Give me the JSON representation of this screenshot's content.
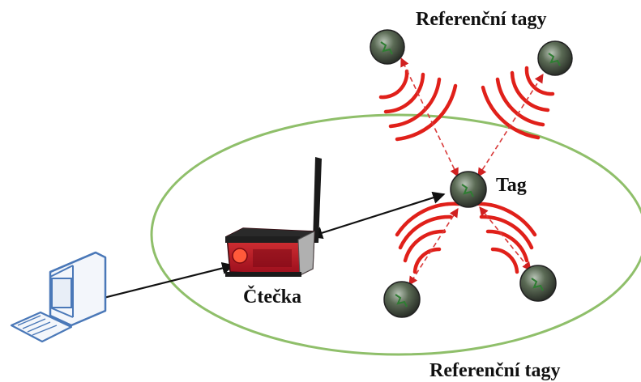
{
  "labels": {
    "reference_tags_top": "Referenční tagy",
    "reference_tags_bottom": "Referenční tagy",
    "tag": "Tag",
    "reader": "Čtečka"
  },
  "colors": {
    "zone_ellipse": "#8fbf6a",
    "wave_arcs": "#e0201a",
    "dashed_link": "#e04040",
    "solid_link": "#111111",
    "reader_body": "#c8102e",
    "computer_outline": "#4a78b8"
  },
  "icons": {
    "computer": "desktop-computer-icon",
    "reader": "rfid-reader-icon",
    "tag": "rfid-tag-icon"
  }
}
